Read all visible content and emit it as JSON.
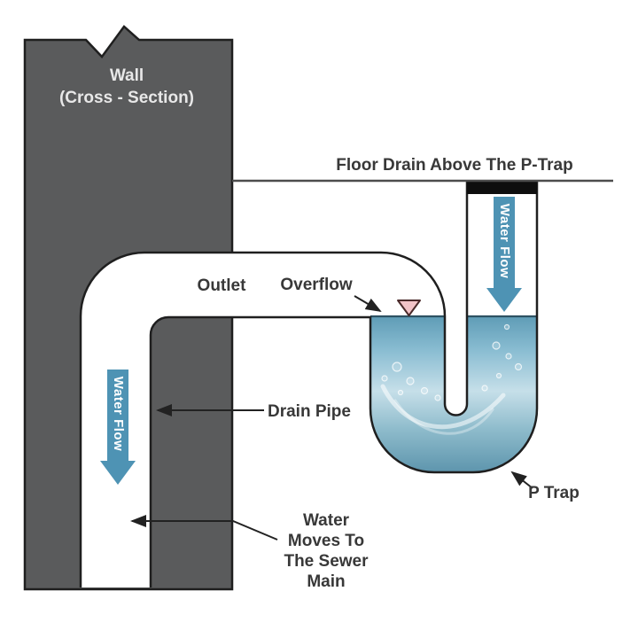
{
  "diagram": {
    "floor_label": "Floor Drain Above The P-Trap",
    "wall_label_line1": "Wall",
    "wall_label_line2": "(Cross - Section)",
    "labels": {
      "outlet": "Outlet",
      "overflow": "Overflow",
      "drain_pipe": "Drain Pipe",
      "p_trap": "P Trap",
      "water_flow": "Water Flow",
      "sewer_lines": [
        "Water",
        "Moves To",
        "The Sewer",
        "Main"
      ]
    }
  },
  "colors": {
    "wall": "#5a5b5c",
    "outline": "#1f1f1f",
    "arrow_blue": "#4e93b4",
    "water_top": "#5f9cb6",
    "water_upper": "#8abdd2",
    "water_light": "#c6dfe9",
    "water_lower": "#8fbccc",
    "water_deep": "#5e95ad",
    "surface_line": "#2e5263",
    "grate": "#0e0e0e",
    "floor_line": "#4d4d4d",
    "triangle_fill": "#f2c3c7",
    "triangle_stroke": "#4a2a2a"
  }
}
